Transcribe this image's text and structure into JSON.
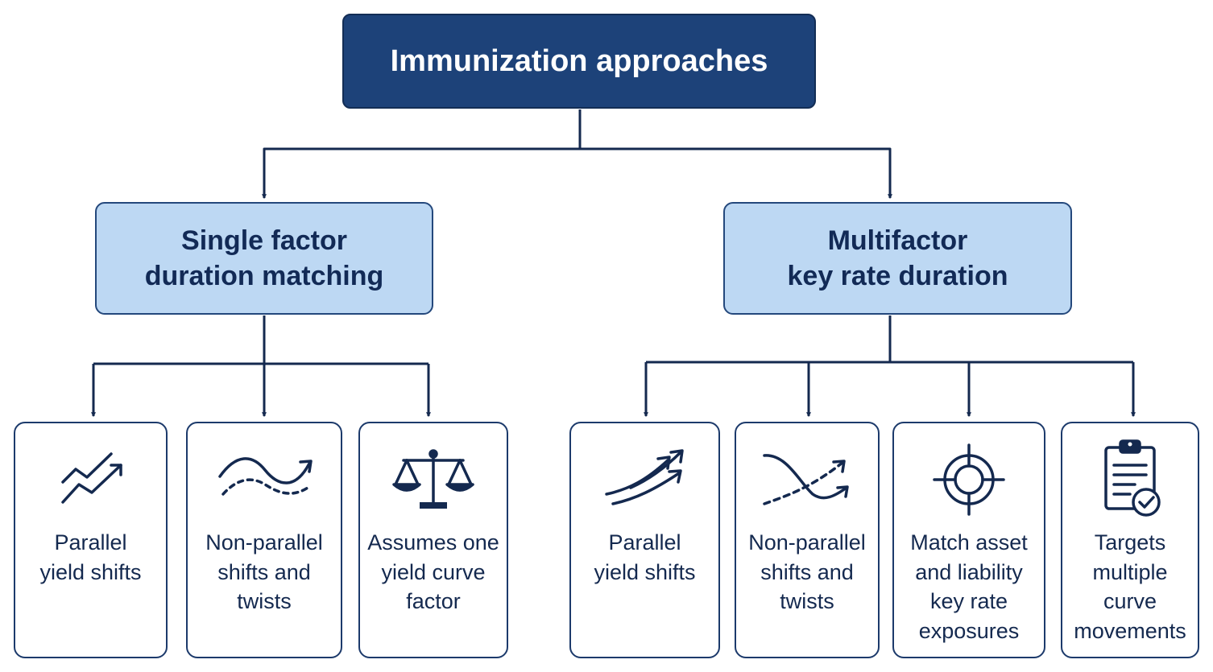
{
  "root": {
    "title": "Immunization approaches"
  },
  "branches": [
    {
      "title_lines": [
        "Single factor",
        "duration matching"
      ],
      "leaves": [
        {
          "icon": "parallel-trend-icon",
          "lines": [
            "Parallel",
            "yield shifts"
          ]
        },
        {
          "icon": "wave-shift-icon",
          "lines": [
            "Non-parallel",
            "shifts and",
            "twists"
          ]
        },
        {
          "icon": "balance-scale-icon",
          "lines": [
            "Assumes one",
            "yield curve",
            "factor"
          ]
        }
      ]
    },
    {
      "title_lines": [
        "Multifactor",
        "key rate duration"
      ],
      "leaves": [
        {
          "icon": "parallel-curves-arrows-icon",
          "lines": [
            "Parallel",
            "yield shifts"
          ]
        },
        {
          "icon": "twisting-curves-icon",
          "lines": [
            "Non-parallel",
            "shifts and",
            "twists"
          ]
        },
        {
          "icon": "target-crosshair-icon",
          "lines": [
            "Match asset",
            "and liability",
            "key rate",
            "exposures"
          ]
        },
        {
          "icon": "clipboard-check-icon",
          "lines": [
            "Targets",
            "multiple",
            "curve",
            "movements"
          ]
        }
      ]
    }
  ],
  "colors": {
    "root_fill": "#1d4279",
    "branch_fill": "#bdd8f3",
    "line": "#14294f"
  }
}
